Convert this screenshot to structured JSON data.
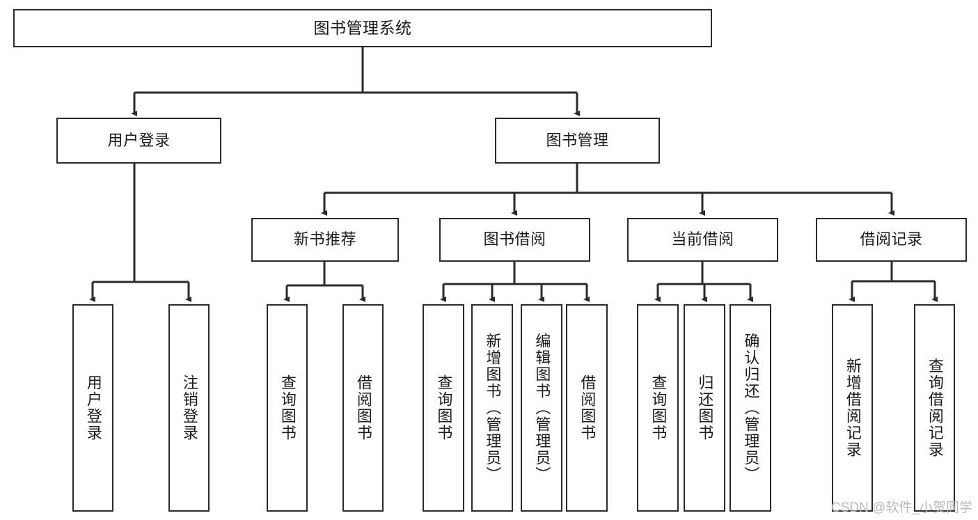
{
  "diagram": {
    "title": "图书管理系统",
    "type": "tree-hierarchy-diagram",
    "colors": {
      "box_border": "#2b2b2b",
      "box_fill": "#ffffff",
      "edge": "#2b2b2b",
      "text": "#1a1a1a",
      "watermark": "#b9b9b9",
      "background": "#ffffff"
    },
    "root": {
      "label": "图书管理系统"
    },
    "level1": [
      {
        "label": "用户登录"
      },
      {
        "label": "图书管理"
      }
    ],
    "level2": [
      {
        "label": "新书推荐"
      },
      {
        "label": "图书借阅"
      },
      {
        "label": "当前借阅"
      },
      {
        "label": "借阅记录"
      }
    ],
    "leaves": {
      "user_login": [
        {
          "label": "用户登录"
        },
        {
          "label": "注销登录"
        }
      ],
      "new_book_recommend": [
        {
          "label": "查询图书"
        },
        {
          "label": "借阅图书"
        }
      ],
      "book_borrow": [
        {
          "label": "查询图书"
        },
        {
          "label": "新增图书（管理员）"
        },
        {
          "label": "编辑图书（管理员）"
        },
        {
          "label": "借阅图书"
        }
      ],
      "current_borrow": [
        {
          "label": "查询图书"
        },
        {
          "label": "归还图书"
        },
        {
          "label": "确认归还（管理员）"
        }
      ],
      "borrow_record": [
        {
          "label": "新增借阅记录"
        },
        {
          "label": "查询借阅记录"
        }
      ]
    },
    "watermark": "CSDN @软件_小贺同学"
  }
}
